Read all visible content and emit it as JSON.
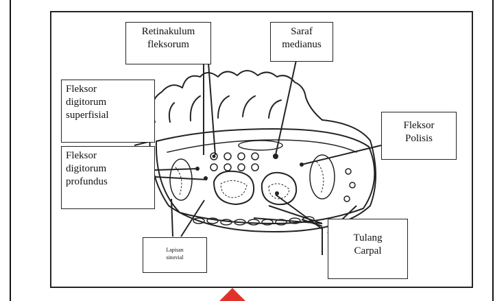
{
  "labels": {
    "retinakulum": "Retinakulum\nfleksorum",
    "saraf": "Saraf\nmedianus",
    "fds": "Fleksor\ndigitorum\nsuperfisial",
    "polisis": "Fleksor\nPolisis",
    "fdp": "Fleksor\ndigitorum\nprofundus",
    "tulang": "Tulang\nCarpal",
    "lapisan": "Lapisan\nsinovial"
  },
  "colors": {
    "line": "#222222",
    "watermark": "#e0322b"
  },
  "watermark_icon": "red-triangle-icon"
}
